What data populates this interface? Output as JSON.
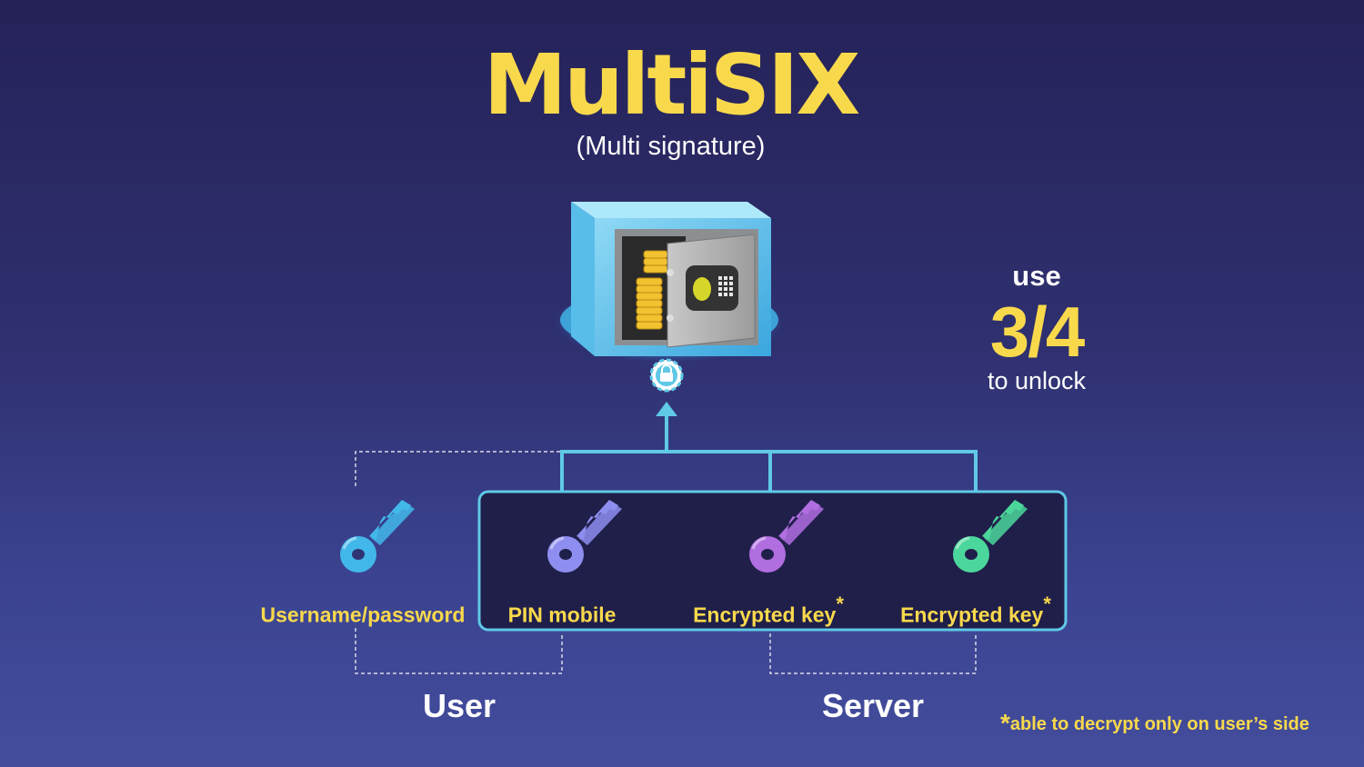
{
  "header": {
    "title": "MultiSIX",
    "subtitle": "(Multi signature)"
  },
  "requirement": {
    "word": "use",
    "ratio": "3/4",
    "tail": "to unlock"
  },
  "keys": [
    {
      "label": "Username/password",
      "asterisk": "",
      "color": "#42b8ea"
    },
    {
      "label": "PIN mobile",
      "asterisk": "",
      "color": "#8e8ef0"
    },
    {
      "label": "Encrypted key",
      "asterisk": "*",
      "color": "#b06ee0"
    },
    {
      "label": "Encrypted key",
      "asterisk": "*",
      "color": "#4bd79b"
    }
  ],
  "groups": {
    "user": "User",
    "server": "Server"
  },
  "footnote": {
    "star": "*",
    "text": "able to decrypt only on user’s side"
  },
  "colors": {
    "accent": "#f9d94c",
    "connector": "#5fc9e6",
    "background_top": "#252258",
    "background_bottom": "#434d9c"
  }
}
